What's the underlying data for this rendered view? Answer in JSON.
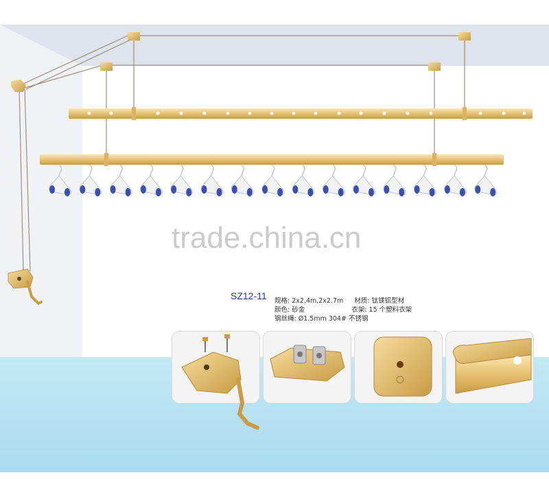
{
  "watermark": "trade.china.cn",
  "product": {
    "model": "SZ12-11",
    "spec_label": "规格:",
    "spec_value": "2x2.4m,2x2.7m",
    "material_label": "材质:",
    "material_value": "钛镁铝型材",
    "color_label": "颜色:",
    "color_value": "砂金",
    "hanger_label": "衣架:",
    "hanger_value": "15 个塑料衣架",
    "wire_label": "钢丝绳:",
    "wire_value": "Ø1.5mm  304# 不锈钢"
  },
  "colors": {
    "gold": "#e8c878",
    "gold_dark": "#c9a24e",
    "sky": "#b8e2f2",
    "wall": "#eef0f6",
    "hanger_blue": "#3a4fb0"
  }
}
